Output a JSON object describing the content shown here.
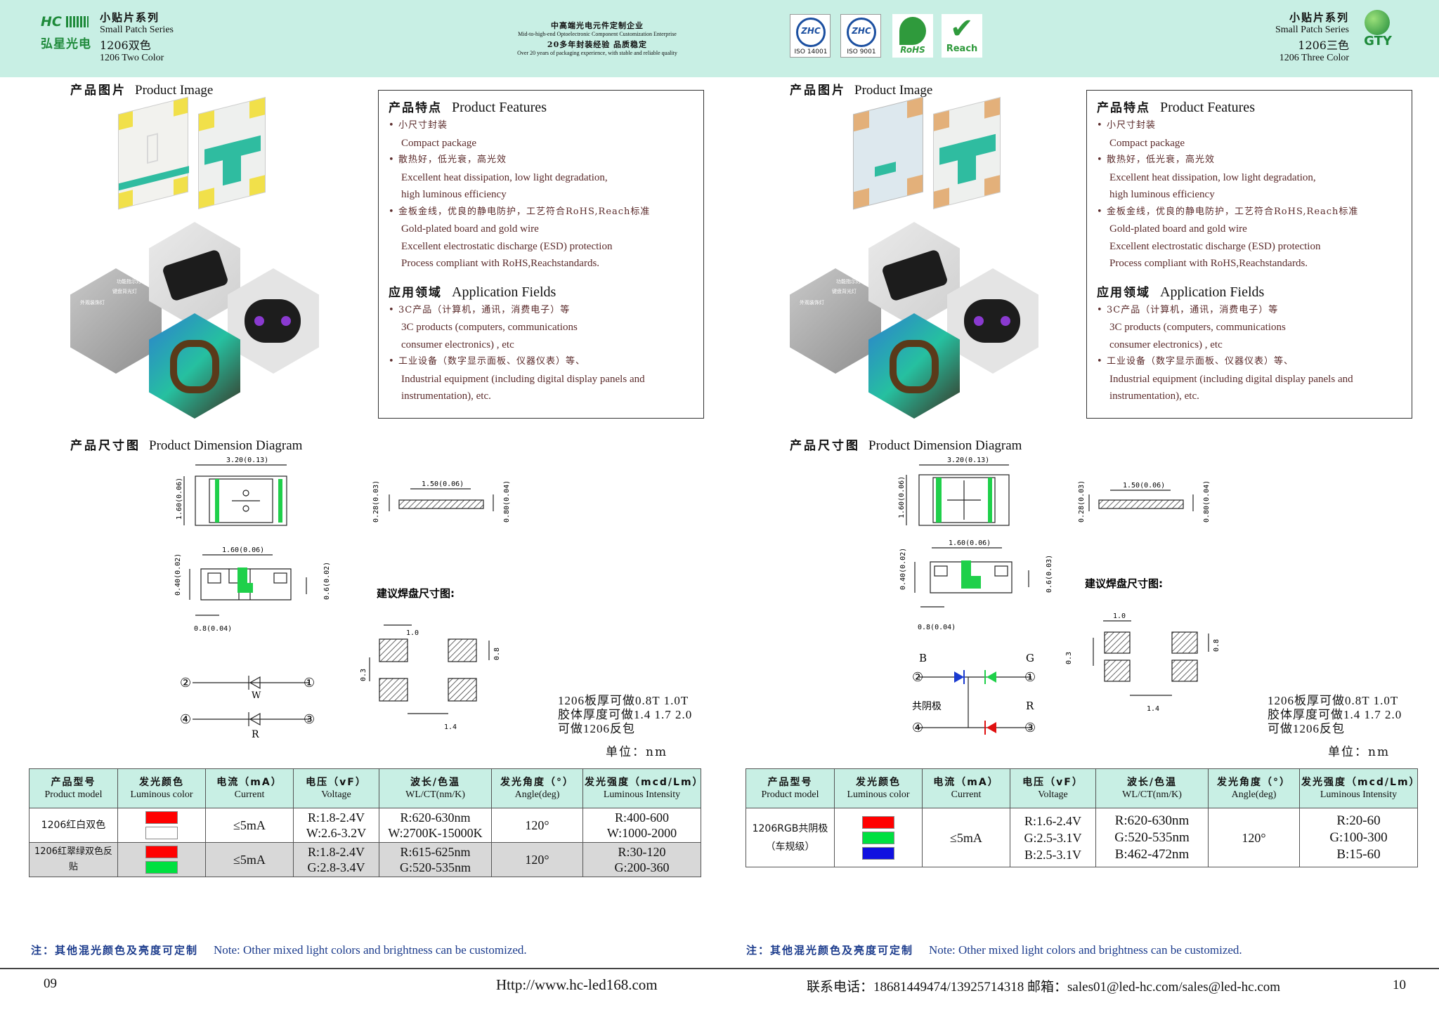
{
  "header": {
    "left": {
      "logo_cn": "弘星光电",
      "logo_mark": "HC",
      "series_cn": "小贴片系列",
      "series_en": "Small Patch Series",
      "model_cn": "1206双色",
      "model_en": "1206 Two Color"
    },
    "center": {
      "line1": "中高端光电元件定制企业",
      "line2": "Mid-to-high-end Optoelectronic Component Customization Enterprise",
      "line3": "20多年封装经验 品质稳定",
      "line4": "Over 20 years of packaging experience, with stable and reliable quality"
    },
    "certs": [
      {
        "name": "ZHC",
        "label": "ISO 14001"
      },
      {
        "name": "ZHC",
        "label": "ISO 9001"
      },
      {
        "name": "RoHS",
        "label": "RoHS"
      },
      {
        "name": "Reach",
        "label": "Reach"
      }
    ],
    "right": {
      "series_cn": "小贴片系列",
      "series_en": "Small Patch Series",
      "model_cn": "1206三色",
      "model_en": "1206 Three Color",
      "logo": "GTY"
    }
  },
  "left_page": {
    "image_title_cn": "产品图片",
    "image_title_en": "Product Image",
    "pcb_labels": [
      "功能指示灯",
      "键盘背光灯",
      "外观装饰灯"
    ],
    "features": {
      "title_cn": "产品特点",
      "title_en": "Product Features",
      "items": [
        {
          "cn": "小尺寸封装",
          "en": [
            "Compact package"
          ]
        },
        {
          "cn": "散热好，低光衰，高光效",
          "en": [
            "Excellent heat dissipation, low light degradation,",
            "high luminous efficiency"
          ]
        },
        {
          "cn": "金板金线，优良的静电防护，工艺符合RoHS,Reach标准",
          "en": [
            "Gold-plated board and gold wire",
            "Excellent electrostatic discharge (ESD) protection",
            "Process compliant with RoHS,Reachstandards."
          ]
        }
      ],
      "app_title_cn": "应用领域",
      "app_title_en": "Application Fields",
      "apps": [
        {
          "cn": "3C产品（计算机，通讯，消费电子）等",
          "en": [
            "3C products (computers, communications",
            "consumer electronics) , etc"
          ]
        },
        {
          "cn": "工业设备（数字显示面板、仪器仪表）等、",
          "en": [
            "Industrial equipment (including digital display panels and",
            "instrumentation), etc."
          ]
        }
      ]
    },
    "dim_title_cn": "产品尺寸图",
    "dim_title_en": "Product Dimension Diagram",
    "dims": {
      "top_width": "3.20(0.13)",
      "top_height": "1.60(0.06)",
      "bot_width": "1.60(0.06)",
      "bot_left": "0.40(0.02)",
      "bot_right": "0.6(0.02)",
      "bot_bottom": "0.8(0.04)",
      "side_width": "1.50(0.06)",
      "side_left": "0.28(0.03)",
      "side_right": "0.80(0.04)",
      "pad_title": "建议焊盘尺寸图:",
      "pad_w": "1.0",
      "pad_h": "0.3",
      "pad_r": "0.8",
      "pad_b": "1.4"
    },
    "pins": {
      "p1": "①",
      "p2": "②",
      "p3": "③",
      "p4": "④",
      "w": "W",
      "r": "R"
    },
    "options": [
      "1206板厚可做0.8T 1.0T",
      "胶体厚度可做1.4 1.7 2.0",
      "可做1206反包"
    ],
    "unit": "单位：nm",
    "table": {
      "headers": [
        {
          "cn": "产品型号",
          "en": "Product model"
        },
        {
          "cn": "发光颜色",
          "en": "Luminous color"
        },
        {
          "cn": "电流（mA）",
          "en": "Current"
        },
        {
          "cn": "电压（vF）",
          "en": "Voltage"
        },
        {
          "cn": "波长/色温",
          "en": "WL/CT(nm/K)"
        },
        {
          "cn": "发光角度（°）",
          "en": "Angle(deg)"
        },
        {
          "cn": "发光强度（mcd/Lm）",
          "en": "Luminous Intensity"
        }
      ],
      "rows": [
        {
          "model": "1206红白双色",
          "colors": [
            "#ff0000",
            "#ffffff"
          ],
          "current": "≤5mA",
          "voltage": [
            "R:1.8-2.4V",
            "W:2.6-3.2V"
          ],
          "wl": [
            "R:620-630nm",
            "W:2700K-15000K"
          ],
          "angle": "120°",
          "intensity": [
            "R:400-600",
            "W:1000-2000"
          ]
        },
        {
          "model": "1206红翠绿双色反贴",
          "colors": [
            "#ff0000",
            "#00e040"
          ],
          "current": "≤5mA",
          "voltage": [
            "R:1.8-2.4V",
            "G:2.8-3.4V"
          ],
          "wl": [
            "R:615-625nm",
            "G:520-535nm"
          ],
          "angle": "120°",
          "intensity": [
            "R:30-120",
            "G:200-360"
          ]
        }
      ]
    },
    "note_cn": "注：其他混光颜色及亮度可定制",
    "note_en": "Note: Other mixed light colors and brightness can be customized.",
    "page_num": "09",
    "url": "Http://www.hc-led168.com"
  },
  "right_page": {
    "image_title_cn": "产品图片",
    "image_title_en": "Product Image",
    "pcb_labels": [
      "功能指示灯",
      "键盘背光灯",
      "外观装饰灯"
    ],
    "features": {
      "title_cn": "产品特点",
      "title_en": "Product Features",
      "items": [
        {
          "cn": "小尺寸封装",
          "en": [
            "Compact package"
          ]
        },
        {
          "cn": "散热好，低光衰，高光效",
          "en": [
            "Excellent heat dissipation, low light degradation,",
            "high luminous efficiency"
          ]
        },
        {
          "cn": "金板金线，优良的静电防护，工艺符合RoHS,Reach标准",
          "en": [
            "Gold-plated board and gold wire",
            "Excellent electrostatic discharge (ESD) protection",
            "Process compliant with RoHS,Reachstandards."
          ]
        }
      ],
      "app_title_cn": "应用领域",
      "app_title_en": "Application Fields",
      "apps": [
        {
          "cn": "3C产品（计算机，通讯，消费电子）等",
          "en": [
            "3C products (computers, communications",
            "consumer electronics) , etc"
          ]
        },
        {
          "cn": "工业设备（数字显示面板、仪器仪表）等、",
          "en": [
            "Industrial equipment (including digital display panels and",
            "instrumentation), etc."
          ]
        }
      ]
    },
    "dim_title_cn": "产品尺寸图",
    "dim_title_en": "Product Dimension Diagram",
    "dims": {
      "top_width": "3.20(0.13)",
      "top_height": "1.60(0.06)",
      "bot_width": "1.60(0.06)",
      "bot_left": "0.40(0.02)",
      "bot_right": "0.6(0.03)",
      "bot_bottom": "0.8(0.04)",
      "side_width": "1.50(0.06)",
      "side_left": "0.28(0.03)",
      "side_right": "0.80(0.04)",
      "pad_title": "建议焊盘尺寸图:",
      "pad_w": "1.0",
      "pad_h": "0.3",
      "pad_r": "0.8",
      "pad_b": "1.4"
    },
    "pins": {
      "b": "B",
      "g": "G",
      "r": "R",
      "common": "共阴极",
      "p1": "①",
      "p2": "②",
      "p3": "③",
      "p4": "④"
    },
    "options": [
      "1206板厚可做0.8T 1.0T",
      "胶体厚度可做1.4 1.7 2.0",
      "可做1206反包"
    ],
    "unit": "单位：nm",
    "table": {
      "headers": [
        {
          "cn": "产品型号",
          "en": "Product model"
        },
        {
          "cn": "发光颜色",
          "en": "Luminous color"
        },
        {
          "cn": "电流（mA）",
          "en": "Current"
        },
        {
          "cn": "电压（vF）",
          "en": "Voltage"
        },
        {
          "cn": "波长/色温",
          "en": "WL/CT(nm/K)"
        },
        {
          "cn": "发光角度（°）",
          "en": "Angle(deg)"
        },
        {
          "cn": "发光强度（mcd/Lm）",
          "en": "Luminous Intensity"
        }
      ],
      "row": {
        "model": [
          "1206RGB共阴极",
          "（车规级）"
        ],
        "colors": [
          "#ff0000",
          "#00e040",
          "#1010e0"
        ],
        "current": "≤5mA",
        "voltage": [
          "R:1.6-2.4V",
          "G:2.5-3.1V",
          "B:2.5-3.1V"
        ],
        "wl": [
          "R:620-630nm",
          "G:520-535nm",
          "B:462-472nm"
        ],
        "angle": "120°",
        "intensity": [
          "R:20-60",
          "G:100-300",
          "B:15-60"
        ]
      }
    },
    "note_cn": "注：其他混光颜色及亮度可定制",
    "note_en": "Note: Other mixed light colors and brightness can be customized.",
    "contact": "联系电话：18681449474/13925714318  邮箱：sales01@led-hc.com/sales@led-hc.com",
    "page_num": "10"
  }
}
